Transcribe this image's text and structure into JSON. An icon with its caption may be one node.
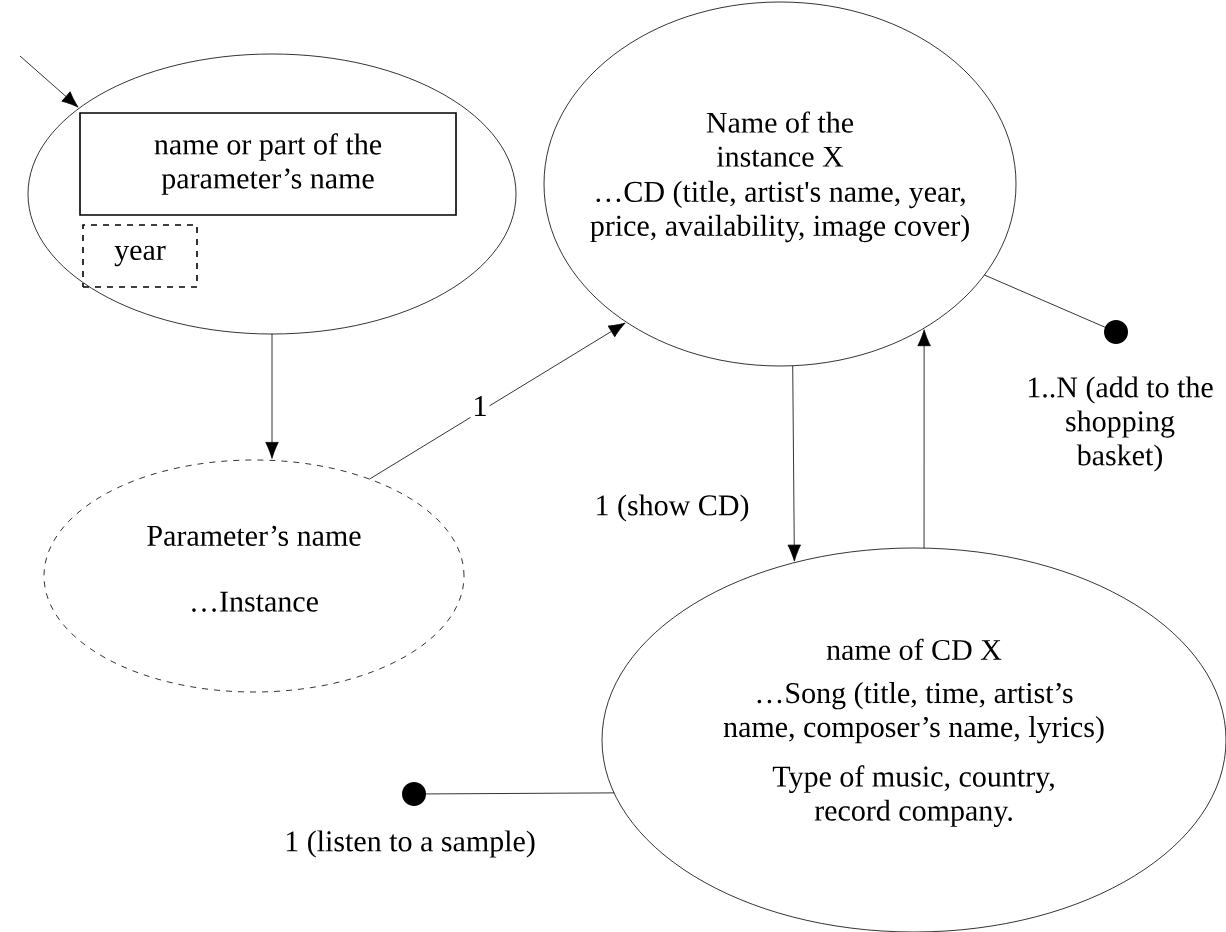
{
  "diagram": {
    "nodes": [
      {
        "text": [],
        "shape": "ellipse"
      },
      {
        "text": [
          "name or part of the parameter’s name"
        ],
        "in": 0
      },
      {
        "text": [
          "year"
        ],
        "in": 0
      },
      {
        "text": [
          "Parameter’s name",
          "…Instance"
        ]
      },
      {
        "text": [
          "Name of the instance X",
          "…CD (title, artist's name, year, price, availability, image cover)"
        ]
      },
      {
        "text": [
          "name of CD X",
          "…Song (title, time, artist’s name, composer’s name, lyrics)",
          "Type of music, country, record company."
        ]
      },
      {
        "text": [],
        "shape": "circle",
        "beside": [
          "1..N (add to the shopping basket)"
        ]
      },
      {
        "text": [],
        "shape": "circle",
        "beside": [
          "1 (listen to a sample)"
        ]
      }
    ],
    "edges": [
      {
        "from": null,
        "to": 0,
        "arrow": "to"
      },
      {
        "from": 0,
        "to": 3,
        "arrow": "to"
      },
      {
        "from": 3,
        "to": 4,
        "arrow": "to",
        "label": "1"
      },
      {
        "from": 4,
        "to": 5,
        "arrow": "to",
        "label": "1 (show CD)"
      },
      {
        "from": 5,
        "to": 4,
        "arrow": "to"
      },
      {
        "from": 4,
        "to": 6,
        "arrow": "none"
      },
      {
        "from": 5,
        "to": 7,
        "arrow": "none"
      }
    ]
  }
}
